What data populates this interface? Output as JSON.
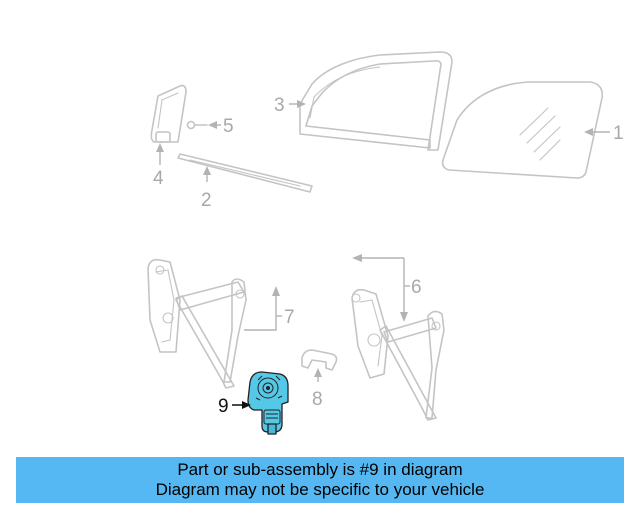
{
  "diagram": {
    "callouts": [
      {
        "id": "1",
        "label": "1"
      },
      {
        "id": "2",
        "label": "2"
      },
      {
        "id": "3",
        "label": "3"
      },
      {
        "id": "4",
        "label": "4"
      },
      {
        "id": "5",
        "label": "5"
      },
      {
        "id": "6",
        "label": "6"
      },
      {
        "id": "7",
        "label": "7"
      },
      {
        "id": "8",
        "label": "8"
      },
      {
        "id": "9",
        "label": "9"
      }
    ],
    "highlighted_part": "9",
    "highlight_color": "#55c8e8",
    "ghost_color": "#c4c4c4"
  },
  "banner": {
    "line1": "Part or sub-assembly is #9 in diagram",
    "line2": "Diagram may not be specific to your vehicle",
    "background": "#55b8f2"
  }
}
